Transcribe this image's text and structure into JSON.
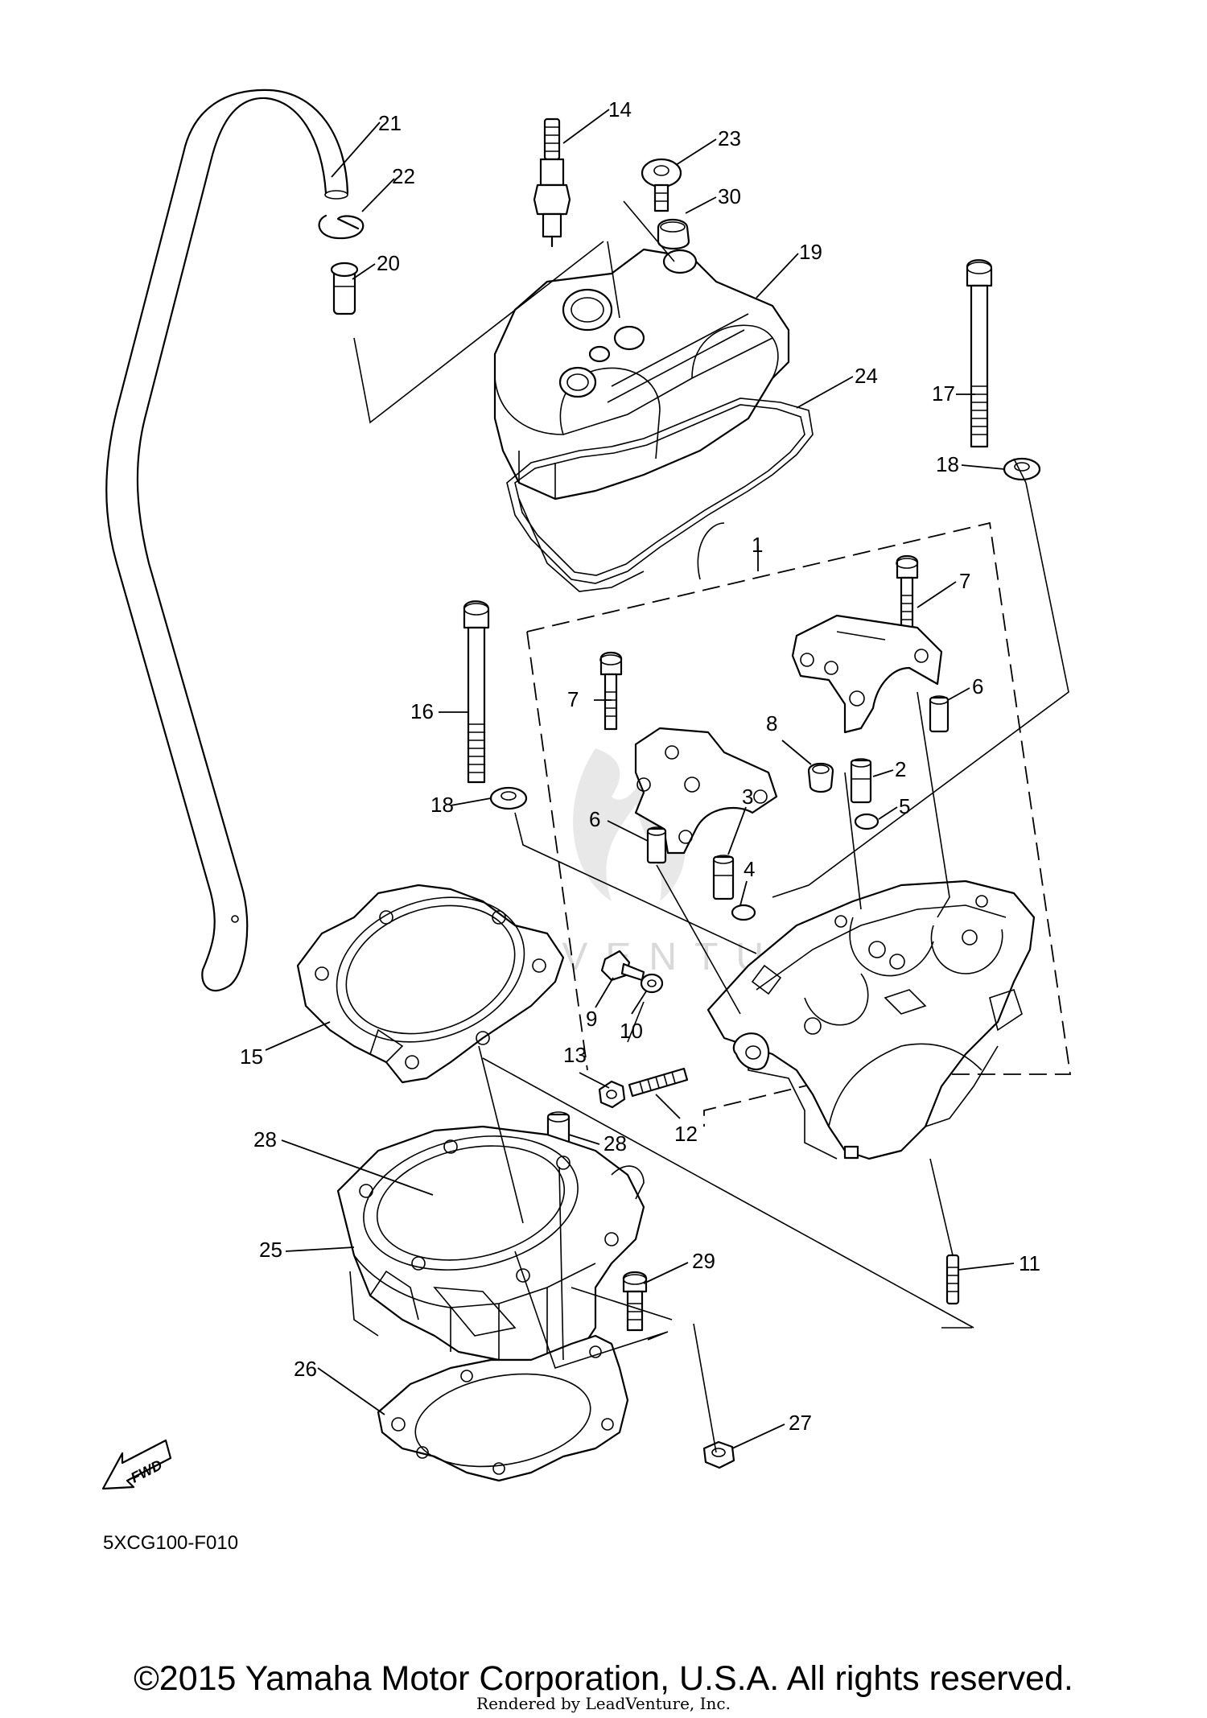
{
  "diagram": {
    "drawing_code": "5XCG100-F010",
    "direction_label": "FWD",
    "watermark": "LEADVENTURE",
    "callouts": [
      "1",
      "2",
      "3",
      "4",
      "5",
      "6",
      "6",
      "7",
      "7",
      "8",
      "9",
      "10",
      "11",
      "12",
      "13",
      "14",
      "15",
      "16",
      "17",
      "18",
      "18",
      "19",
      "20",
      "21",
      "22",
      "23",
      "24",
      "25",
      "26",
      "27",
      "28",
      "28",
      "29",
      "30"
    ]
  },
  "footer": {
    "copyright": "©2015 Yamaha Motor Corporation, U.S.A. All rights reserved.",
    "rendered_by": "Rendered by LeadVenture, Inc."
  }
}
